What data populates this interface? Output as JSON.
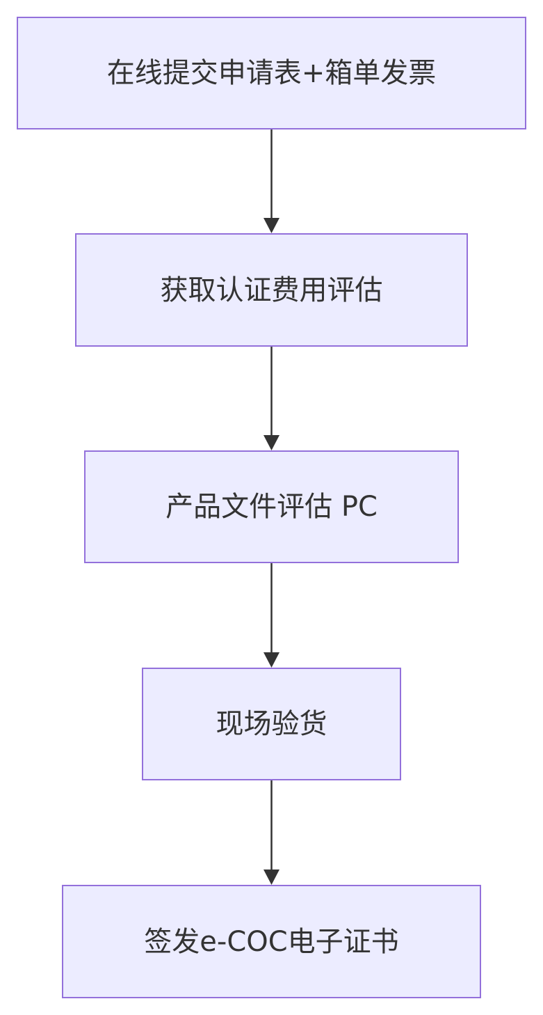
{
  "flowchart": {
    "nodes": [
      {
        "id": "n1",
        "label": "在线提交申请表+箱单发票"
      },
      {
        "id": "n2",
        "label": "获取认证费用评估"
      },
      {
        "id": "n3",
        "label": "产品文件评估 PC"
      },
      {
        "id": "n4",
        "label": "现场验货"
      },
      {
        "id": "n5",
        "label": "签发e-COC电子证书"
      }
    ],
    "edges": [
      {
        "from": "n1",
        "to": "n2"
      },
      {
        "from": "n2",
        "to": "n3"
      },
      {
        "from": "n3",
        "to": "n4"
      },
      {
        "from": "n4",
        "to": "n5"
      }
    ]
  },
  "colors": {
    "node_fill": "#ECECFF",
    "node_border": "#9370DB",
    "edge": "#333333",
    "text": "#333333"
  }
}
